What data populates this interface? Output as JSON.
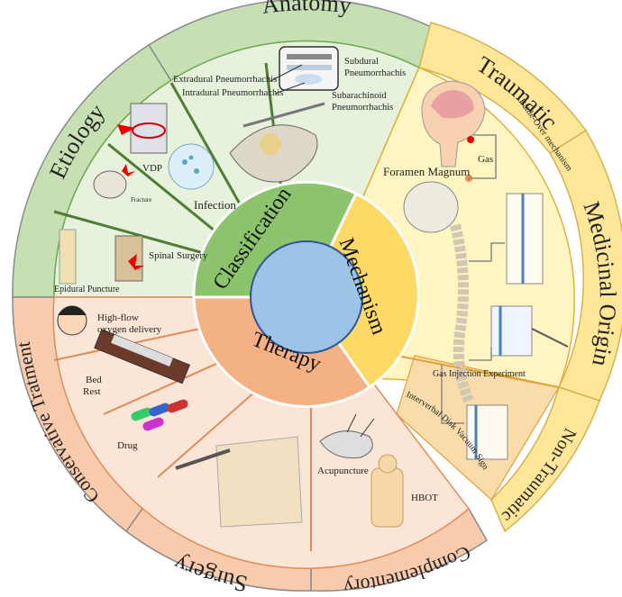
{
  "core": {
    "classification": "Classification",
    "mechanism": "Mechanism",
    "therapy": "Therapy"
  },
  "ring": {
    "anatomy": "Anatomy",
    "etiology": "Etiology",
    "traumatic": "Traumatic",
    "medicinal_origin": "Medicinal Origin",
    "non_traumatic": "Non-Traumatic",
    "complementory": "Complementory",
    "surgery": "Surgery",
    "conservative_treatment": "Conservative Tratment"
  },
  "anatomy": {
    "extradural": "Extradural Pneumorrhachis",
    "intradural": "Intradural Pneumorrhachis",
    "subdural_1": "Subdural",
    "subdural_2": "Pneumorrhachis",
    "subarachnoid_1": "Subarachinoid",
    "subarachnoid_2": "Pneumorrhachis"
  },
  "etiology": {
    "vdp": "VDP",
    "infection": "Infection",
    "fracture": "Fracture",
    "spinal_surgery": "Spinal Surgery",
    "epidural_puncture": "Epidural Puncture"
  },
  "mechanism": {
    "battle_over": "Battle-Over mechanism",
    "gas": "Gas",
    "foramen_magnum": "Foramen Magnum",
    "gas_injection": "Gas Injection Experiment",
    "vacuum_sign": "Interverbal Disk Vacuum Sign"
  },
  "therapy": {
    "oxygen_1": "High-flow",
    "oxygen_2": "oxygen delivery",
    "bed_1": "Bed",
    "bed_2": "Rest",
    "drug": "Drug",
    "acupuncture": "Acupuncture",
    "hbot": "HBOT"
  },
  "colors": {
    "classification": "#8cc46e",
    "anatomy_fill": "#e6f2dc",
    "ring_green": "#c6e0b4",
    "mechanism": "#ffd966",
    "mechanism_fill": "#fff5c2",
    "ring_yellow": "#ffe699",
    "therapy": "#f4b183",
    "therapy_fill": "#fbe5d6",
    "ring_peach": "#f8cbad",
    "center": "#9dc3e6",
    "vacuum_fill": "#f9dcaa"
  }
}
